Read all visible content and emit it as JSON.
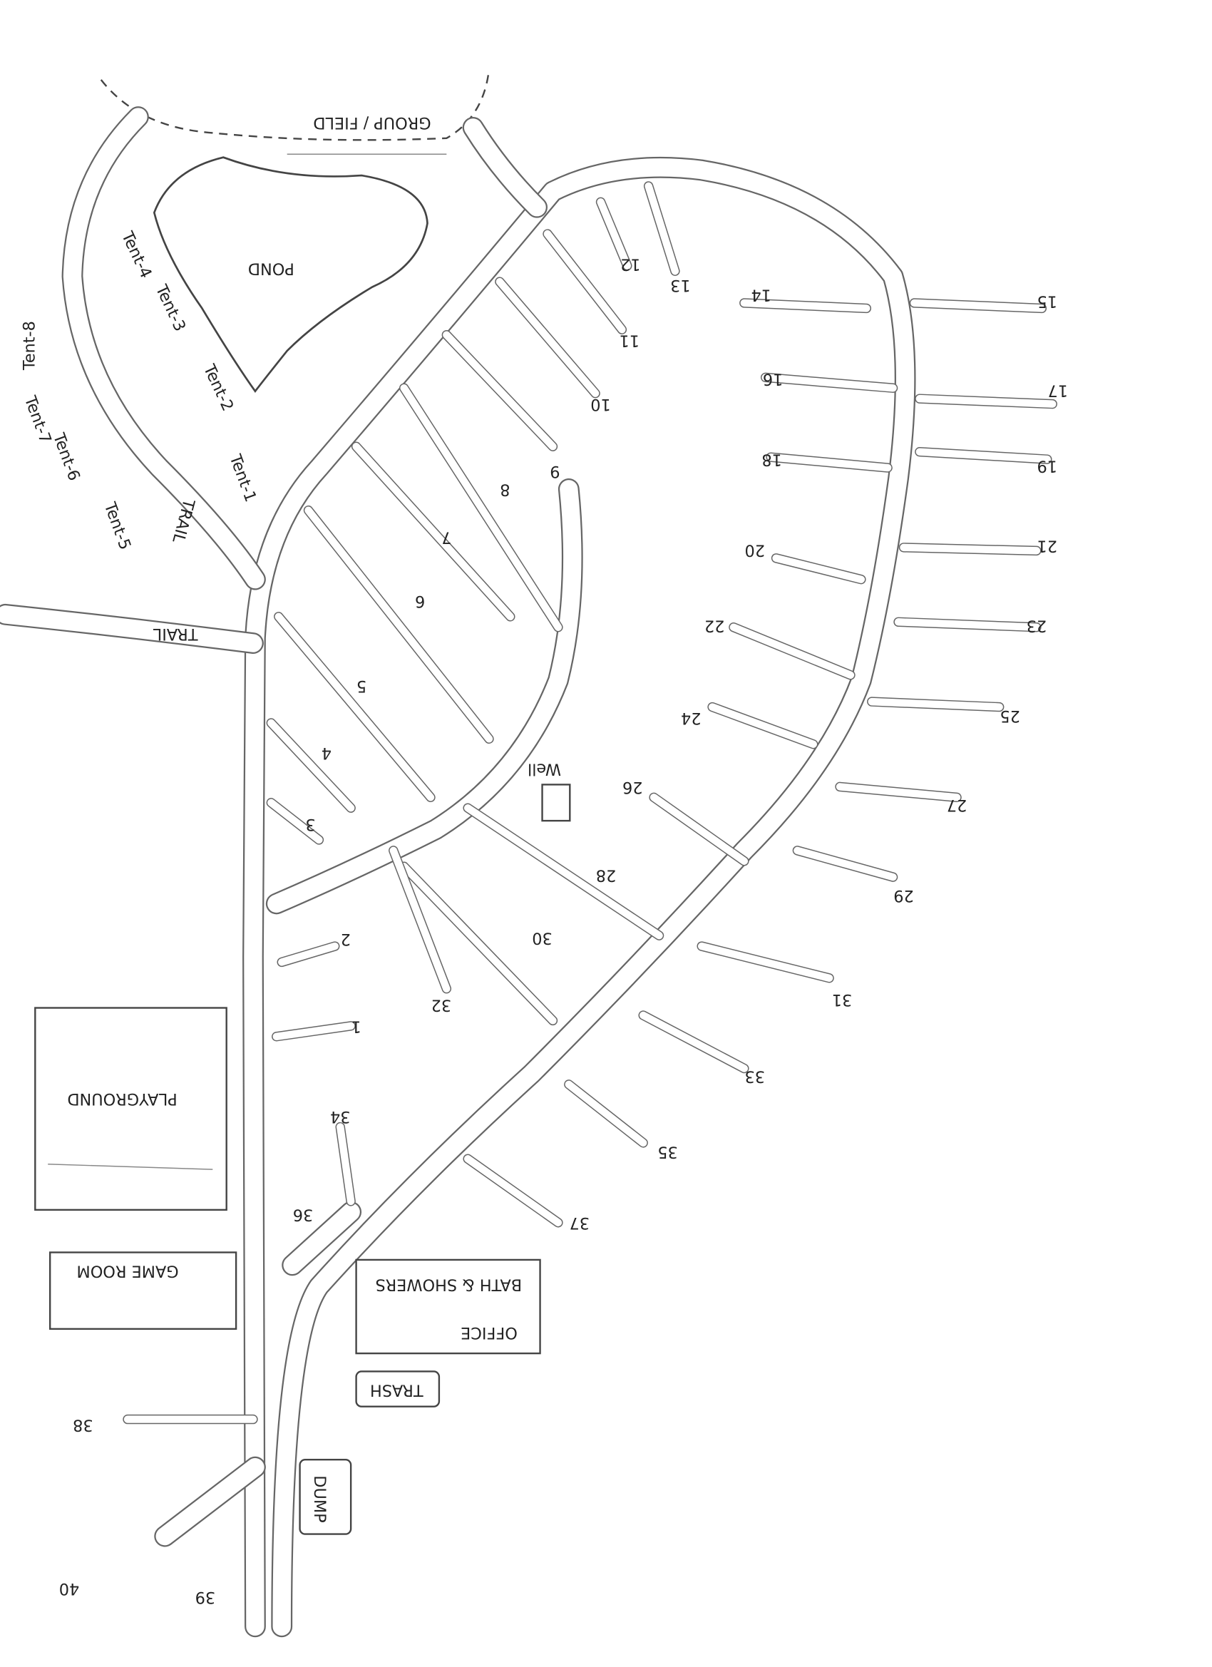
{
  "map": {
    "areas": {
      "group_field": "GROUP / FIELD",
      "pond": "POND",
      "trail_upper": "TRAIL",
      "trail_lower": "TRAIL",
      "playground": "PLAYGROUND",
      "game_room": "GAME ROOM",
      "bath_showers": "BATH & SHOWERS",
      "office": "OFFICE",
      "trash": "TRASH",
      "dump": "DUMP",
      "well": "Well"
    },
    "tents": [
      "Tent-1",
      "Tent-2",
      "Tent-3",
      "Tent-4",
      "Tent-5",
      "Tent-6",
      "Tent-7",
      "Tent-8"
    ],
    "sites": [
      "1",
      "2",
      "3",
      "4",
      "5",
      "6",
      "7",
      "8",
      "9",
      "10",
      "11",
      "12",
      "13",
      "14",
      "15",
      "16",
      "17",
      "18",
      "19",
      "20",
      "21",
      "22",
      "23",
      "24",
      "25",
      "26",
      "27",
      "28",
      "29",
      "30",
      "31",
      "32",
      "33",
      "34",
      "35",
      "36",
      "37",
      "38",
      "39",
      "40"
    ]
  }
}
